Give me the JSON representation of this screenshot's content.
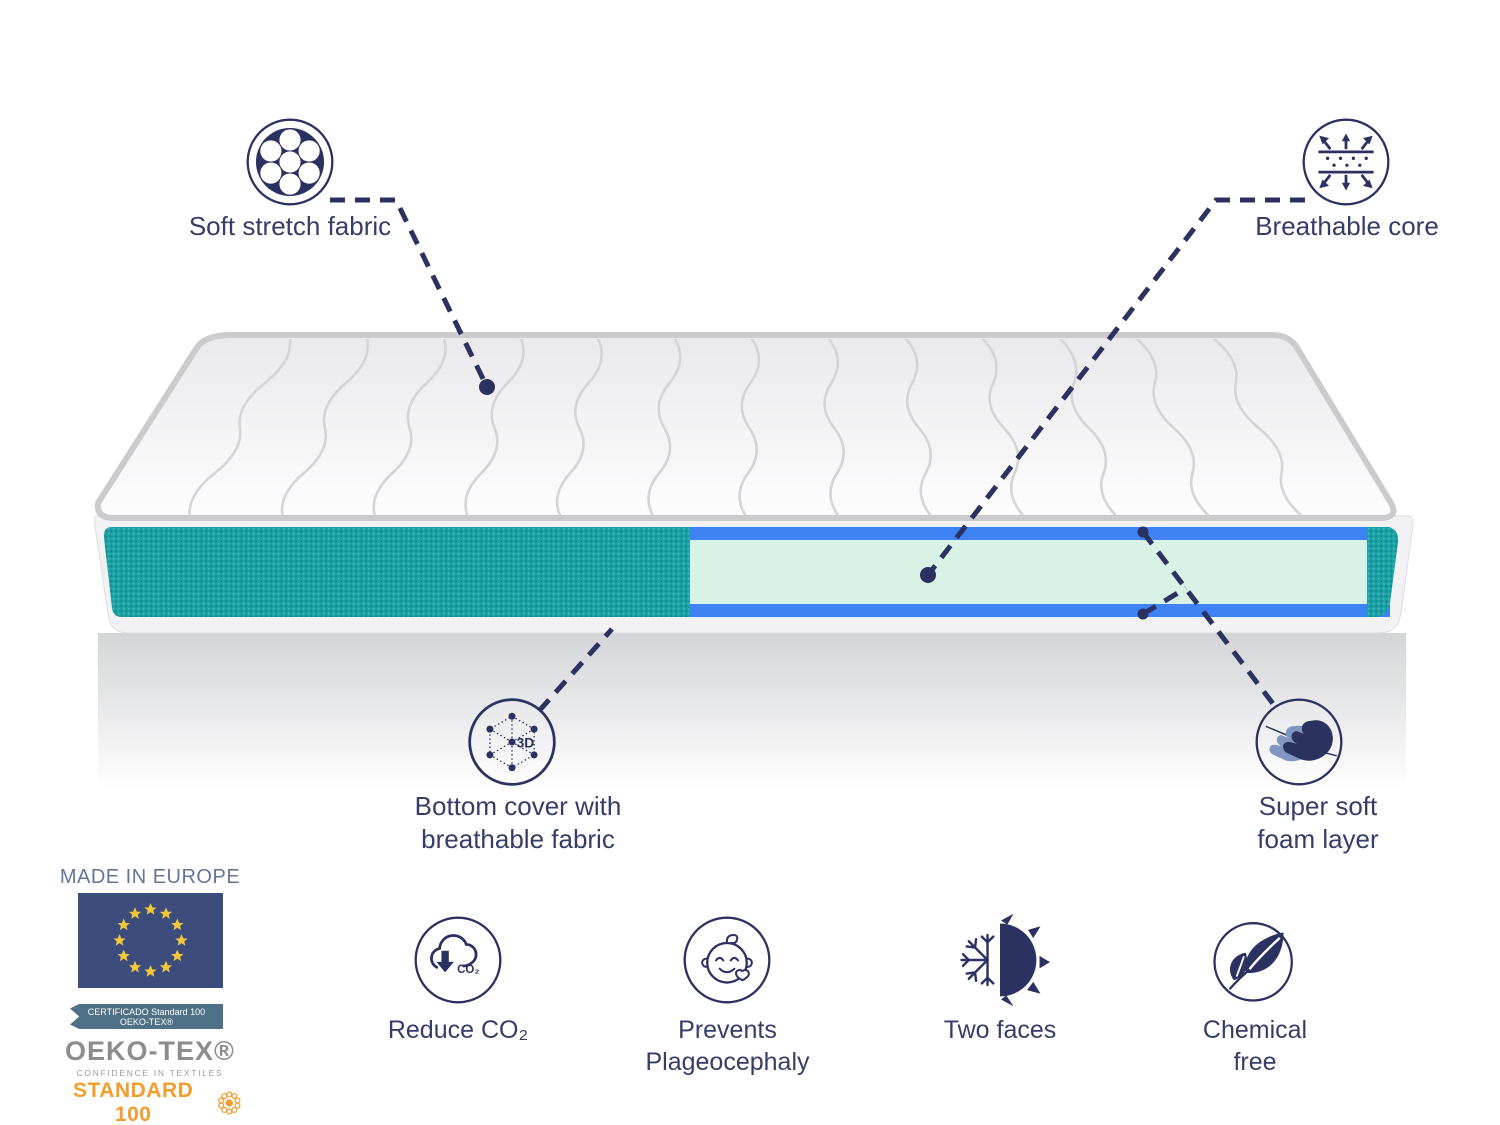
{
  "colors": {
    "navy": "#2b3160",
    "text_navy": "#353d68",
    "teal": "#1ba1a5",
    "mint_core": "#d8f2e6",
    "stripe_blue": "#3e82f3",
    "flag_blue": "#3c4c7c",
    "star_yellow": "#f2c83b",
    "ribbon_slate": "#4e7187",
    "oeko_gray": "#8d8d8d",
    "oeko_orange": "#f29d2e"
  },
  "callouts": {
    "soft_stretch": {
      "label": "Soft stretch fabric"
    },
    "breathable_core": {
      "label": "Breathable core"
    },
    "bottom_cover": {
      "label": "Bottom cover with breathable fabric",
      "icon_text": "3D"
    },
    "super_soft": {
      "label": "Super soft foam layer"
    }
  },
  "features": [
    {
      "label": "Reduce CO₂",
      "icon_text": "CO₂"
    },
    {
      "label": "Prevents Plageocephaly"
    },
    {
      "label": "Two faces"
    },
    {
      "label": "Chemical free"
    }
  ],
  "badges": {
    "made_in": "MADE IN EUROPE",
    "ribbon": {
      "line1": "CERTIFICADO Standard 100",
      "line2": "OEKO-TEX®"
    },
    "oeko": {
      "brand": "OEKO-TEX®",
      "tagline": "CONFIDENCE IN TEXTILES",
      "standard": "STANDARD 100"
    }
  }
}
